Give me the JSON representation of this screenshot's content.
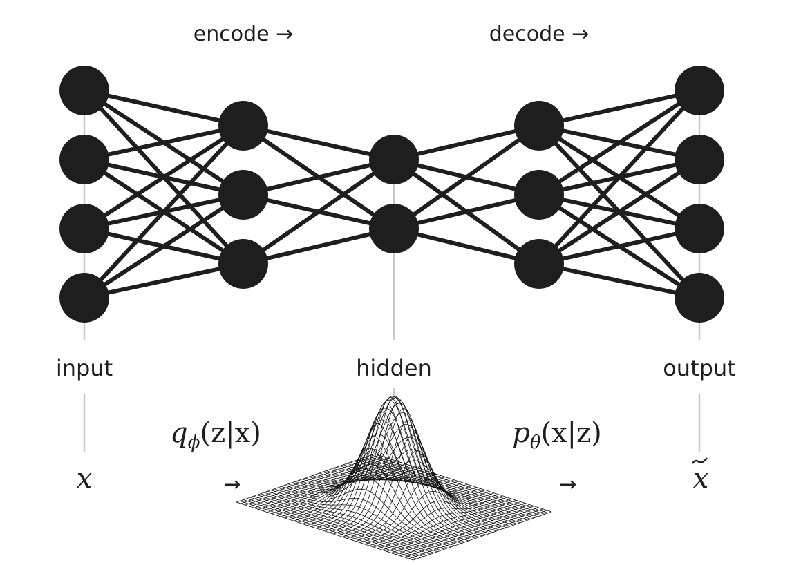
{
  "labels": {
    "encode": "encode →",
    "decode": "decode →",
    "input": "input",
    "hidden": "hidden",
    "output": "output"
  },
  "math": {
    "x": "x",
    "x_tilde": "x",
    "encoder": {
      "base": "q",
      "sub": "ϕ",
      "args": "(z|x)"
    },
    "decoder": {
      "base": "p",
      "sub": "θ",
      "args": "(x|z)"
    },
    "arrow": "→"
  },
  "network": {
    "layers": [
      {
        "name": "input",
        "nodes": 4
      },
      {
        "name": "encoder",
        "nodes": 3
      },
      {
        "name": "hidden",
        "nodes": 2
      },
      {
        "name": "decoder",
        "nodes": 3
      },
      {
        "name": "output",
        "nodes": 4
      }
    ],
    "node_color": "#1e1e1e",
    "edge_color": "#1e1e1e",
    "guide_color": "#c8c8c8"
  },
  "surface": {
    "type": "gaussian-wireframe"
  }
}
